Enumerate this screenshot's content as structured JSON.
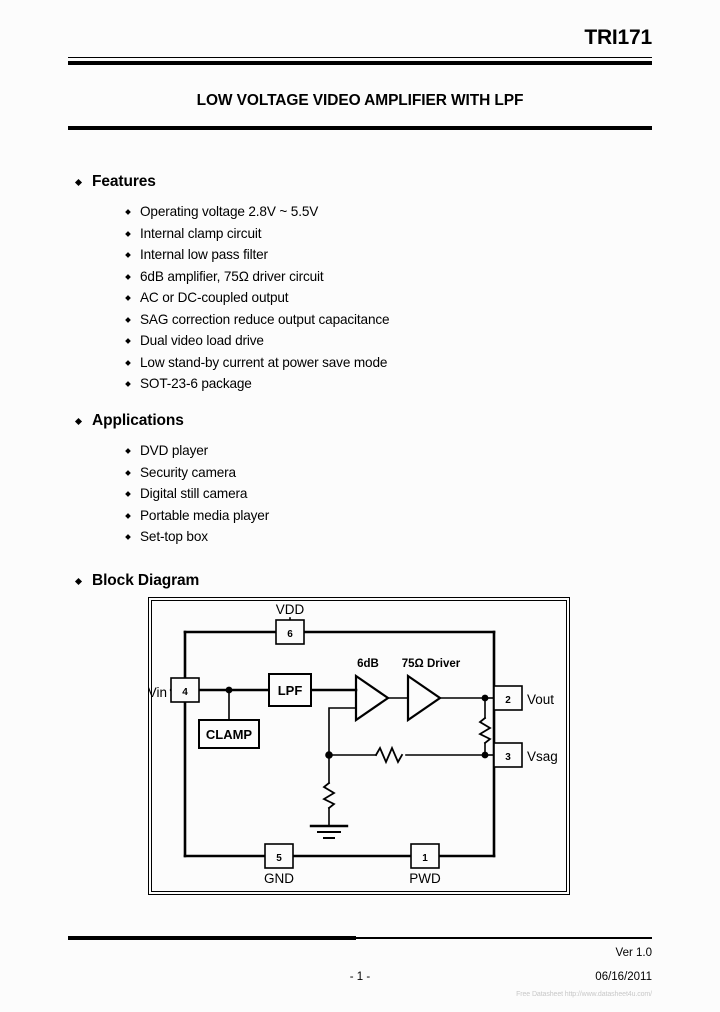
{
  "header": {
    "part_number": "TRI171",
    "doc_title": "LOW VOLTAGE VIDEO AMPLIFIER WITH LPF"
  },
  "features": {
    "heading": "Features",
    "items": [
      "Operating voltage 2.8V ~ 5.5V",
      "Internal clamp circuit",
      "Internal low pass filter",
      "6dB amplifier, 75Ω driver circuit",
      "AC or DC-coupled output",
      "SAG correction reduce output capacitance",
      "Dual video load drive",
      "Low stand-by current at power save mode",
      "SOT-23-6 package"
    ]
  },
  "applications": {
    "heading": "Applications",
    "items": [
      "DVD player",
      "Security camera",
      "Digital still camera",
      "Portable media player",
      "Set-top box"
    ]
  },
  "block_diagram": {
    "heading": "Block Diagram",
    "pins": [
      {
        "number": "6",
        "label": "VDD"
      },
      {
        "number": "4",
        "label": "Vin"
      },
      {
        "number": "2",
        "label": "Vout"
      },
      {
        "number": "3",
        "label": "Vsag"
      },
      {
        "number": "5",
        "label": "GND"
      },
      {
        "number": "1",
        "label": "PWD"
      }
    ],
    "blocks": [
      {
        "name": "lpf",
        "label": "LPF"
      },
      {
        "name": "clamp",
        "label": "CLAMP"
      }
    ],
    "amplifiers": [
      {
        "name": "gain-amp",
        "label": "6dB"
      },
      {
        "name": "driver-amp",
        "label": "75Ω Driver"
      }
    ]
  },
  "footer": {
    "version": "Ver 1.0",
    "page": "- 1 -",
    "date": "06/16/2011",
    "watermark": "Free Datasheet http://www.datasheet4u.com/"
  }
}
